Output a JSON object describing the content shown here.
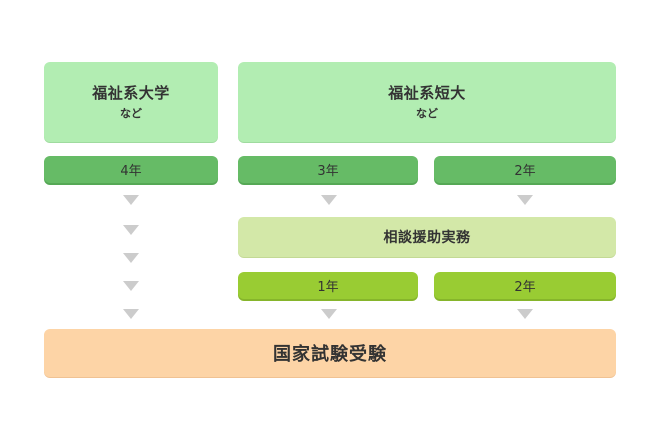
{
  "university": {
    "title": "福祉系大学",
    "subtitle": "など",
    "years": "4年"
  },
  "junior_college": {
    "title": "福祉系短大",
    "subtitle": "など",
    "route_a_years": "3年",
    "route_b_years": "2年"
  },
  "practical_experience": {
    "title": "相談援助実務",
    "route_a_years": "1年",
    "route_b_years": "2年"
  },
  "exam": {
    "title": "国家試験受験"
  },
  "colors": {
    "title_box": "#b2edb2",
    "year_pill_dark": "#66bb66",
    "year_pill_light": "#99cc33",
    "practice_box": "#d3e8a8",
    "exam_box": "#fdd4a6",
    "arrow": "#cccccc"
  }
}
